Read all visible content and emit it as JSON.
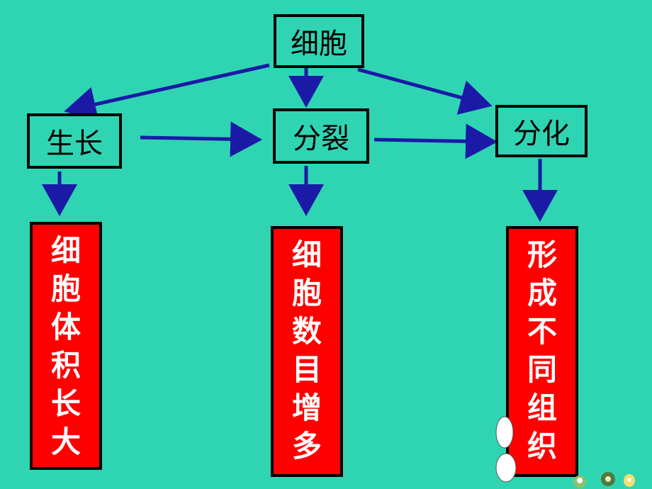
{
  "diagram": {
    "top_node": "细胞",
    "nodes": {
      "growth": "生长",
      "division": "分裂",
      "differentiation": "分化"
    },
    "outcomes": {
      "growth": "细胞体积长大",
      "division": "细胞数目增多",
      "differentiation": "形成不同组织"
    }
  },
  "colors": {
    "background": "#2fd5b3",
    "arrow": "#1a1aa6",
    "outcome_box": "#ff0000",
    "outcome_text": "#ffffff"
  }
}
